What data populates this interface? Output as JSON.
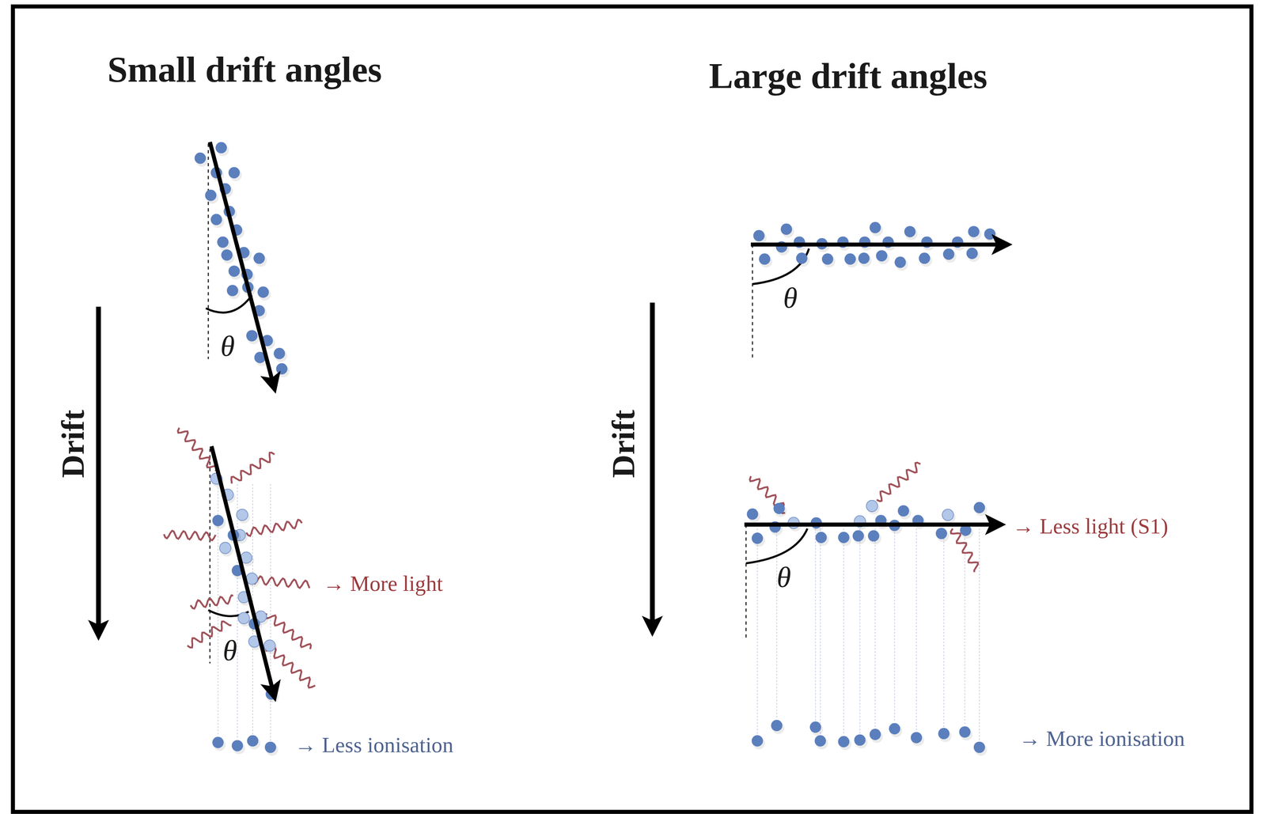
{
  "diagram": {
    "labels": [
      "Small drift angles",
      "Large drift angles",
      "θ",
      "Drift",
      "→ More light",
      "θ",
      "→ Less ionisation",
      "θ",
      "Drift",
      "→ Less light (S1)",
      "θ",
      "→ More ionisation"
    ]
  }
}
